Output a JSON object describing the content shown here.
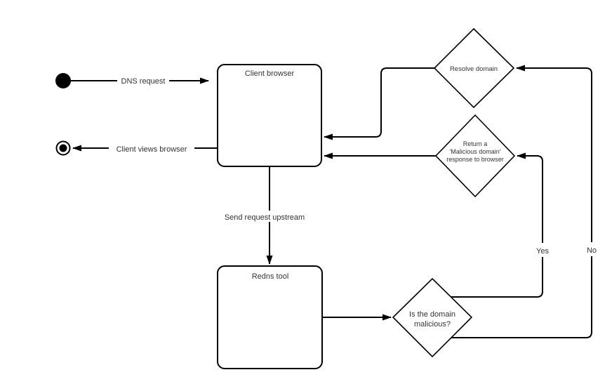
{
  "diagram": {
    "nodes": {
      "start": {
        "kind": "initial-state"
      },
      "end": {
        "kind": "final-state"
      },
      "client_browser": {
        "label": "Client browser"
      },
      "redns_tool": {
        "label": "Redns tool"
      },
      "resolve_domain": {
        "label": "Resolve domain"
      },
      "return_malicious_domain": {
        "lines": [
          "Return a",
          "'Malicious domain'",
          "response to browser"
        ]
      },
      "is_domain_malicious": {
        "lines": [
          "Is the domain",
          "malicious?"
        ]
      }
    },
    "edges": {
      "dns_request": {
        "label": "DNS request"
      },
      "client_views_browser": {
        "label": "Client views browser"
      },
      "send_request_upstream": {
        "label": "Send request upstream"
      },
      "yes_branch": {
        "label": "Yes"
      },
      "no_branch": {
        "label": "No"
      }
    },
    "colors": {
      "stroke": "#000000",
      "text": "#333333",
      "canvas": "#ffffff"
    }
  }
}
